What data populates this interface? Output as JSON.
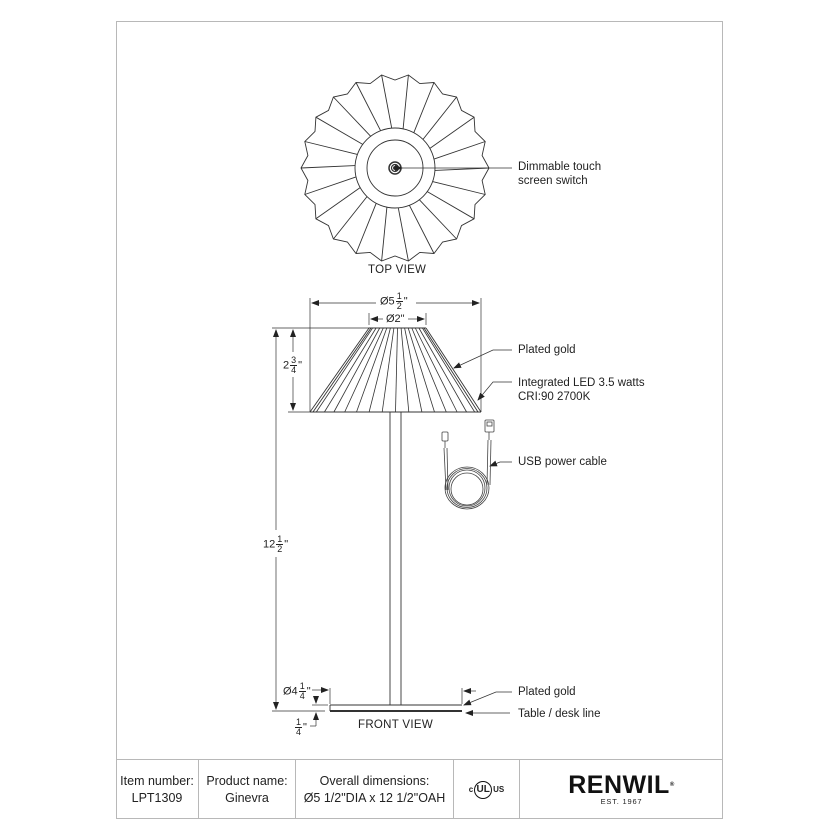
{
  "top_view": {
    "caption": "TOP VIEW",
    "callouts": [
      {
        "line1": "Dimmable touch",
        "line2": "screen switch"
      }
    ]
  },
  "front_view": {
    "caption": "FRONT VIEW",
    "callouts": [
      {
        "line1": "Plated gold",
        "line2": ""
      },
      {
        "line1": "Integrated LED  3.5 watts",
        "line2": "CRI:90 2700K"
      },
      {
        "line1": "USB power cable",
        "line2": ""
      },
      {
        "line1": "Plated gold",
        "line2": ""
      },
      {
        "line1": "Table / desk line",
        "line2": ""
      }
    ],
    "dimensions": {
      "shade_bottom_dia": {
        "prefix": "Ø5",
        "num": "1",
        "den": "2",
        "suffix": "\""
      },
      "shade_top_dia": {
        "label": "Ø2\""
      },
      "shade_height": {
        "prefix": "2",
        "num": "3",
        "den": "4",
        "suffix": "\""
      },
      "overall_height": {
        "prefix": "12",
        "num": "1",
        "den": "2",
        "suffix": "\""
      },
      "base_dia": {
        "prefix": "Ø4",
        "num": "1",
        "den": "4",
        "suffix": "\""
      },
      "base_thickness": {
        "prefix": "",
        "num": "1",
        "den": "4",
        "suffix": "\""
      }
    }
  },
  "title_block": {
    "item_number_label": "Item number:",
    "item_number": "LPT1309",
    "product_name_label": "Product name:",
    "product_name": "Ginevra",
    "dimensions_label": "Overall dimensions:",
    "dimensions": "Ø5 1/2\"DIA x 12 1/2\"OAH",
    "cert": {
      "c": "c",
      "mark": "UL",
      "us": "US"
    },
    "brand": "RENWIL",
    "brand_mark": "®",
    "brand_tagline": "EST. 1967"
  }
}
